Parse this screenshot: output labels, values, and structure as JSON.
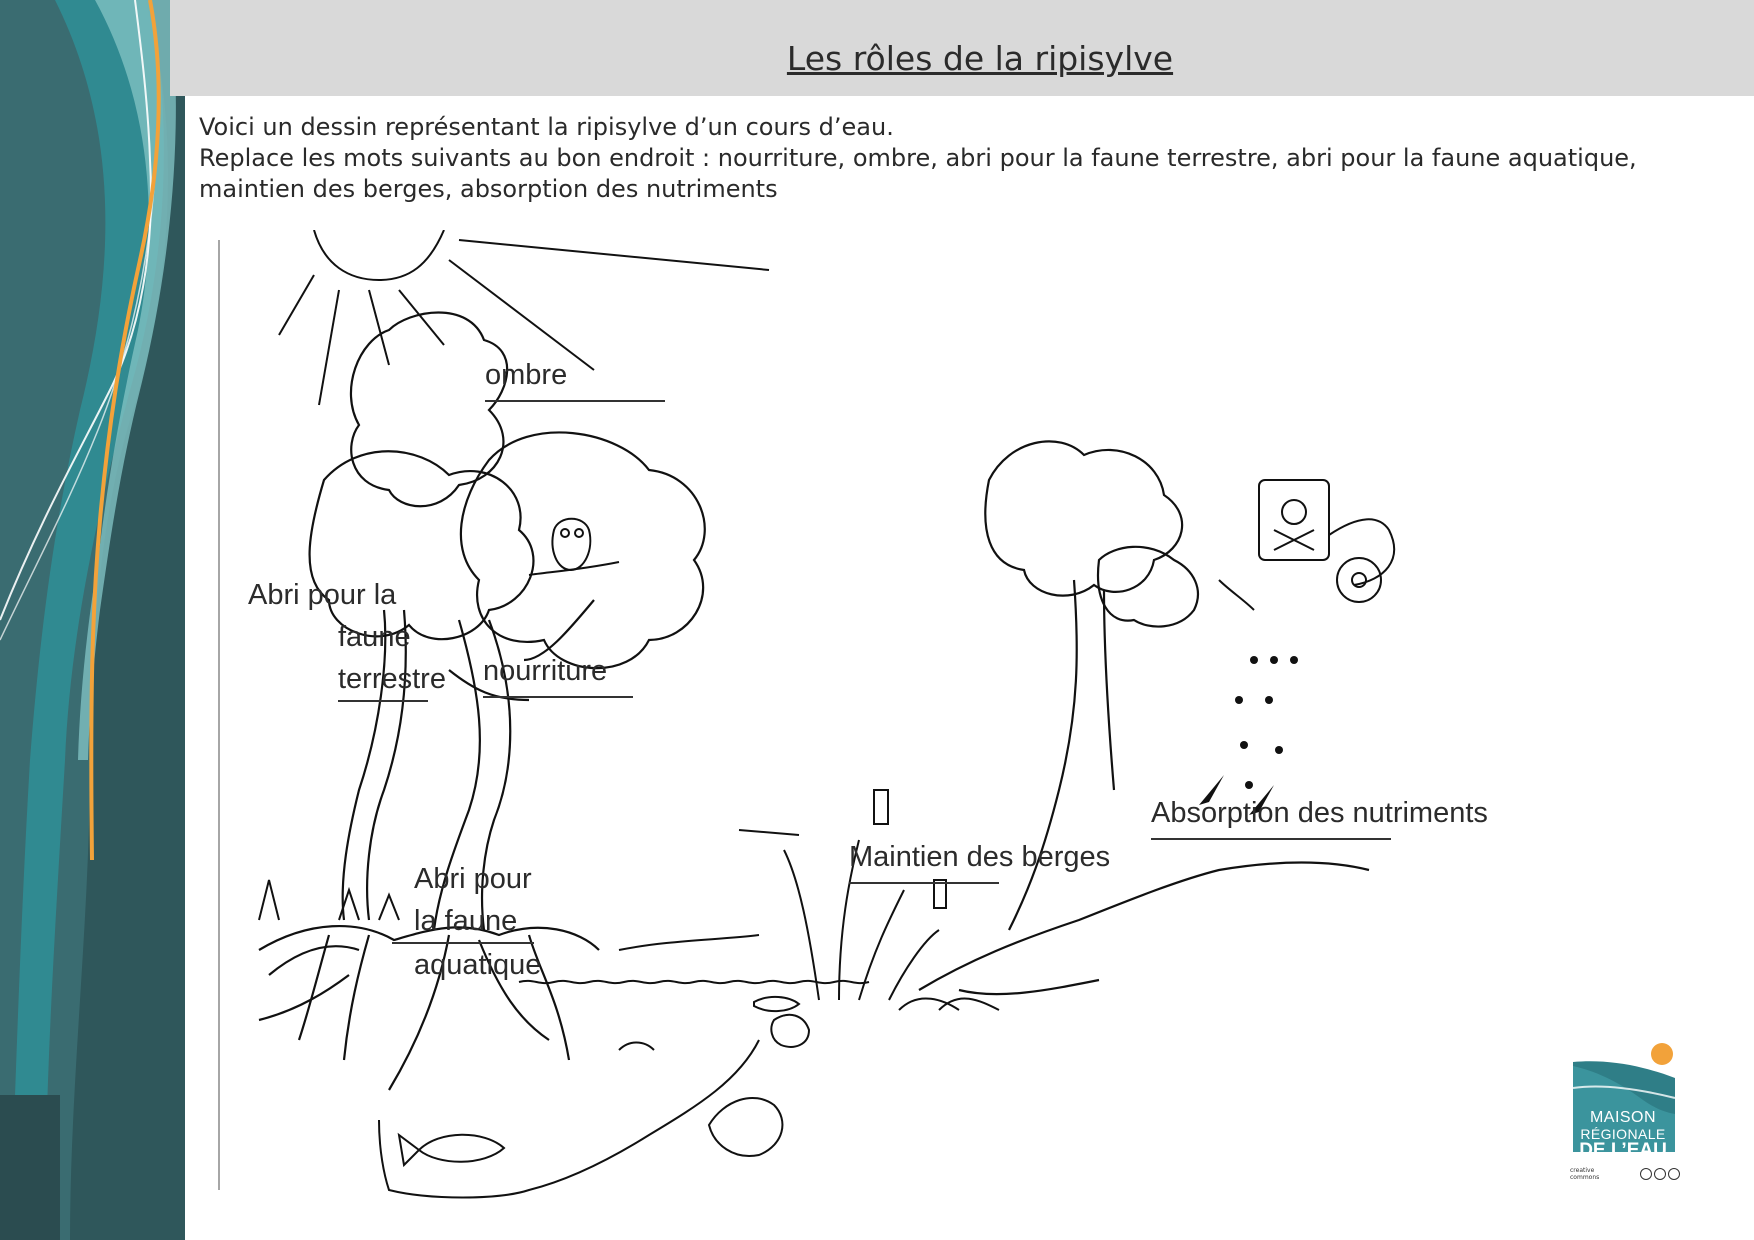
{
  "page": {
    "title": "Les rôles de la ripisylve",
    "instructions": [
      "Voici un dessin représentant  la ripisylve d’un cours d’eau.",
      "Replace les mots suivants au bon endroit : nourriture, ombre, abri pour la faune terrestre, abri pour la faune aquatique, maintien des berges, absorption des nutriments"
    ]
  },
  "labels": {
    "ombre": "ombre",
    "abri_terrestre_line1": "Abri pour la",
    "abri_terrestre_line2": "faune terrestre",
    "nourriture": "nourriture",
    "abri_aquatique_line1": "Abri pour la faune",
    "abri_aquatique_line2": "aquatique",
    "maintien": "Maintien des berges",
    "absorption": "Absorption des nutriments"
  },
  "logo": {
    "line1": "MAISON",
    "line2": "RÉGIONALE",
    "line3": "DE L’EAU",
    "cc_text": "creative commons"
  },
  "colors": {
    "header_band": "#d9d9d9",
    "left_band_dark": "#33575b",
    "left_band_teal": "#2f8f96",
    "left_band_light": "#7fc0c2",
    "accent_orange": "#f2a23a",
    "logo_teal": "#2f7e87",
    "logo_orange": "#f2a23a"
  },
  "icons": {
    "sun": "sun-icon",
    "skull": "skull-icon",
    "owl": "owl-icon",
    "fish": "fish-icon"
  }
}
